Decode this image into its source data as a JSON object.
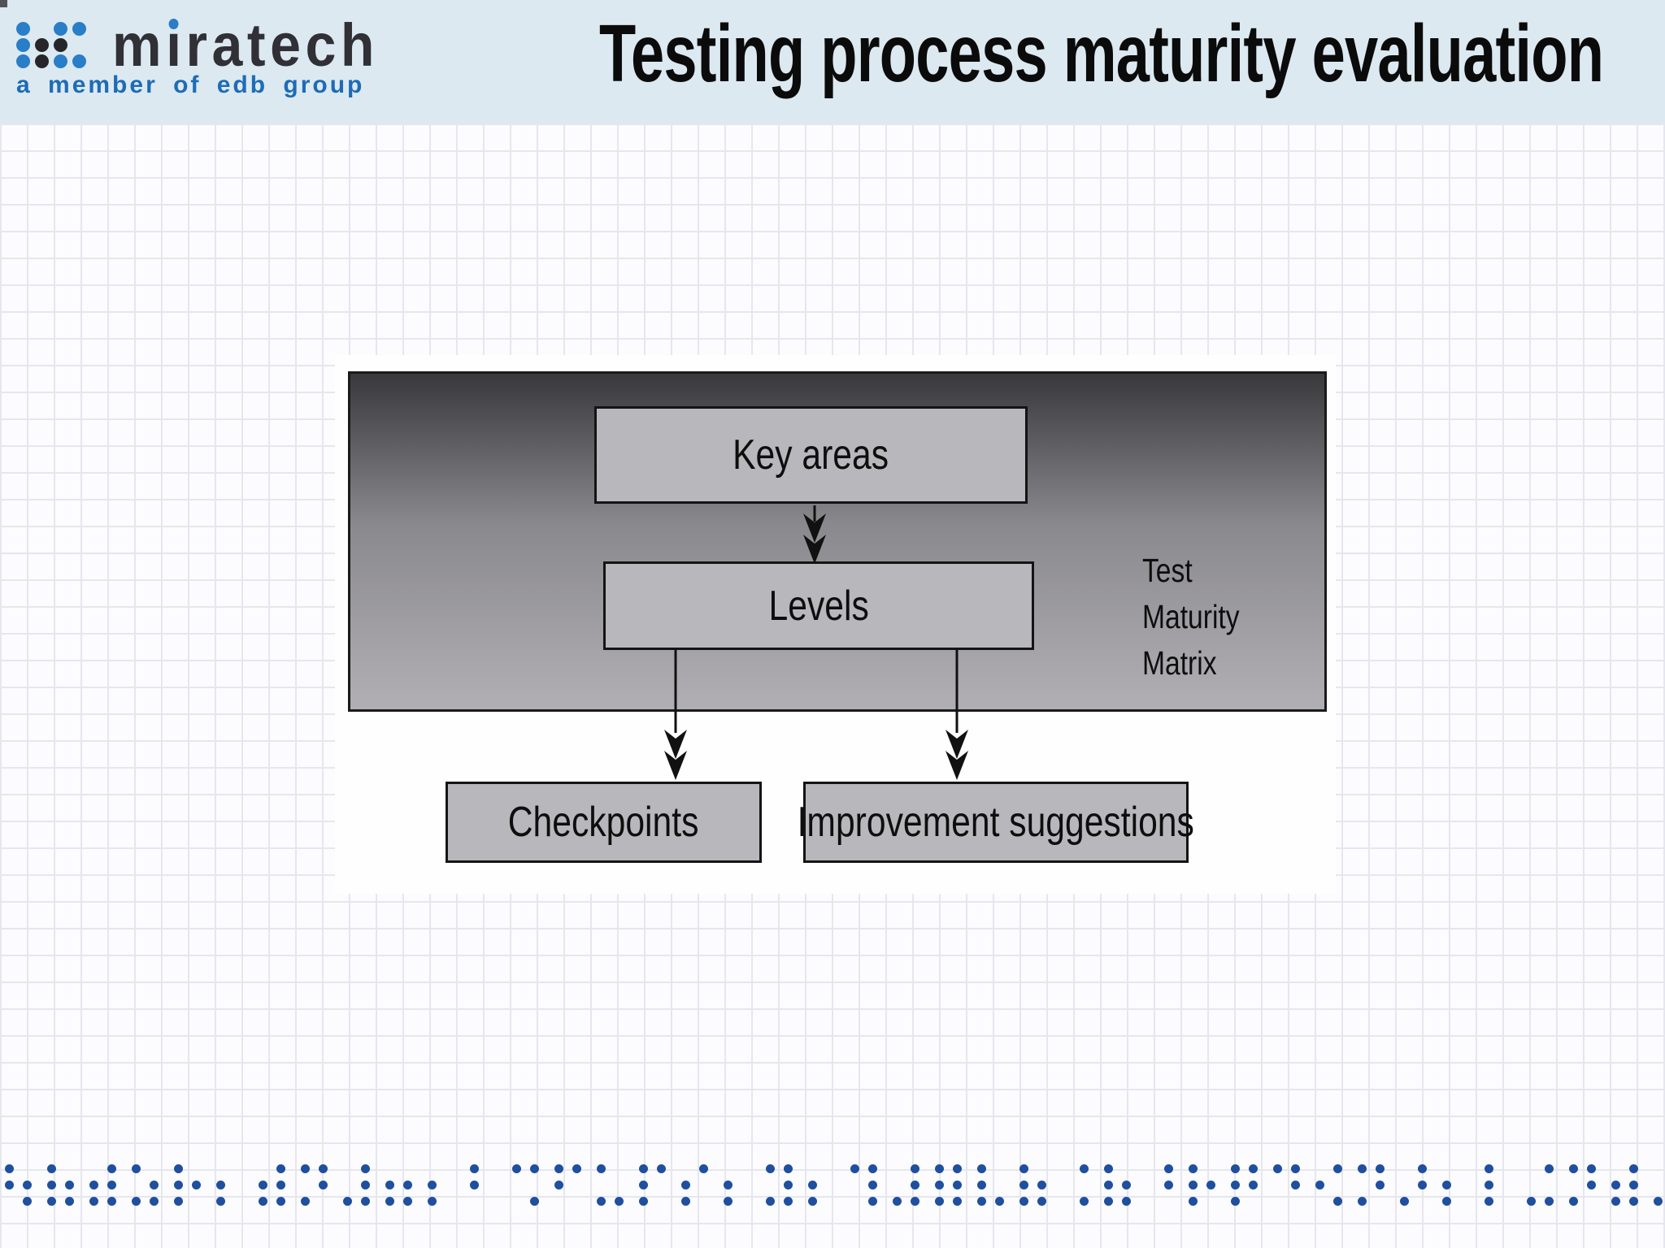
{
  "header": {
    "title": "Testing process maturity evaluation",
    "logo": {
      "brand": "miratech",
      "tagline": "a member of edb group",
      "matrix_pattern": [
        "b.bb",
        "bkk.",
        "bkbb"
      ]
    }
  },
  "diagram": {
    "side_label_lines": [
      "Test",
      "Maturity",
      "Matrix"
    ],
    "nodes": [
      {
        "id": "key-areas",
        "label": "Key areas"
      },
      {
        "id": "levels",
        "label": "Levels"
      },
      {
        "id": "checkpoints",
        "label": "Checkpoints"
      },
      {
        "id": "improvement-suggestions",
        "label": "Improvement suggestions"
      }
    ],
    "edges": [
      {
        "from": "key-areas",
        "to": "levels"
      },
      {
        "from": "levels",
        "to": "checkpoints"
      },
      {
        "from": "levels",
        "to": "improvement-suggestions"
      }
    ]
  },
  "colors": {
    "header_bg": "#dce9f1",
    "title_text": "#0b0b0b",
    "logo_dark": "#303036",
    "logo_blue": "#2a7dc7",
    "tagline_blue": "#1d6cb5",
    "grid_line": "#e6e6ee",
    "canvas_bg": "#fcfcfe",
    "backdrop_bg": "#fefefe",
    "gradient_top": "#39383b",
    "gradient_mid": "#8a898d",
    "gradient_bottom": "#b1afb3",
    "node_fill": "#b8b7bb",
    "node_border": "#141414",
    "node_text": "#0e0e0e",
    "arrow": "#111111",
    "bottom_dots": "#1f4f9e"
  },
  "decoration": {
    "bottom_band": {
      "rows": 3,
      "cells": 40,
      "seed": 7,
      "density": 0.62
    }
  }
}
